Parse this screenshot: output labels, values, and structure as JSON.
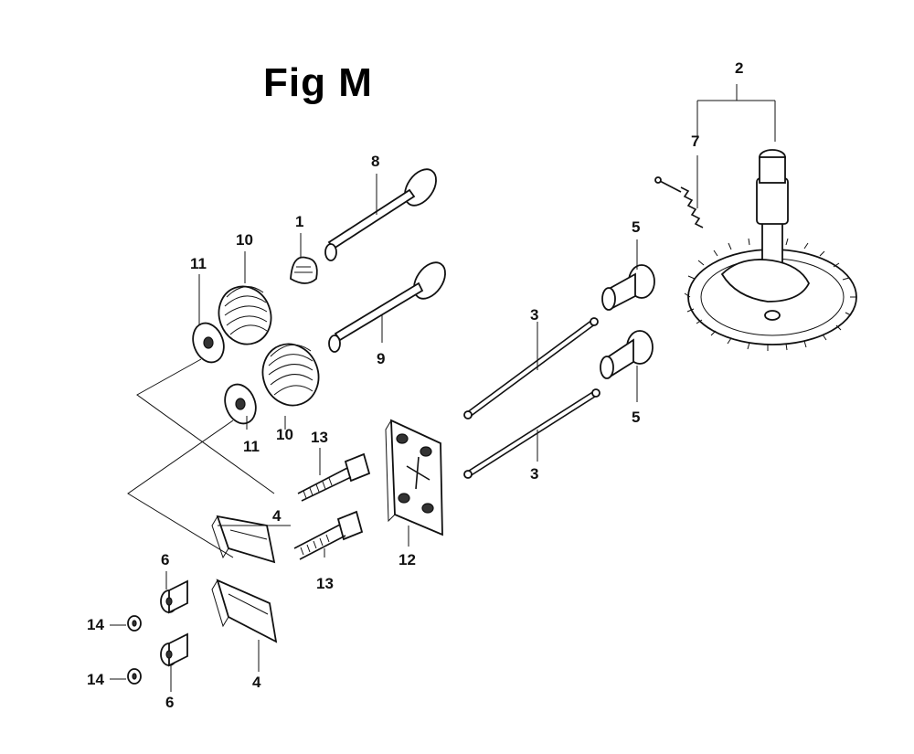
{
  "figure": {
    "title": "Fig M"
  },
  "callouts": {
    "c1": "1",
    "c2": "2",
    "c3a": "3",
    "c3b": "3",
    "c4a": "4",
    "c4b": "4",
    "c5a": "5",
    "c5b": "5",
    "c6a": "6",
    "c6b": "6",
    "c7": "7",
    "c8": "8",
    "c9": "9",
    "c10a": "10",
    "c10b": "10",
    "c11a": "11",
    "c11b": "11",
    "c12": "12",
    "c13a": "13",
    "c13b": "13",
    "c14a": "14",
    "c14b": "14"
  }
}
